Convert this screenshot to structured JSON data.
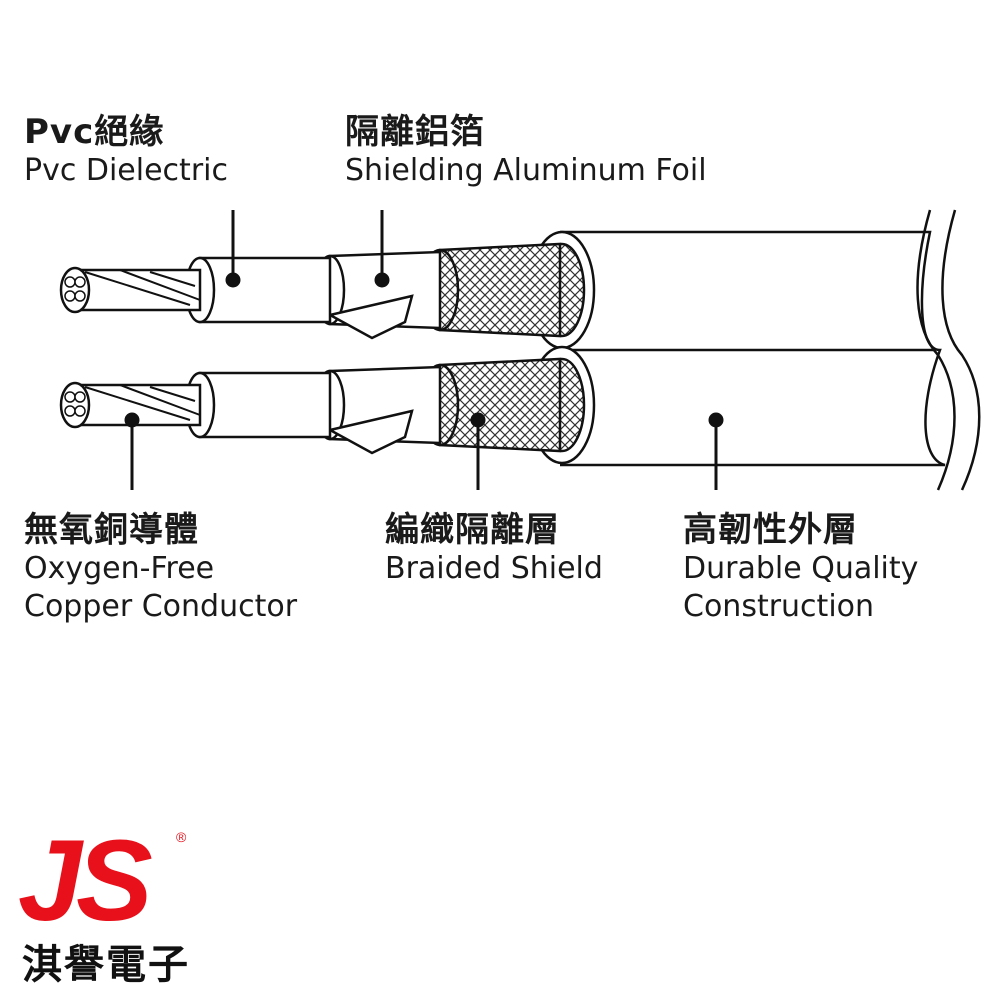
{
  "labels": {
    "pvc": {
      "zh": "Pvc絕緣",
      "en": "Pvc Dielectric"
    },
    "foil": {
      "zh": "隔離鋁箔",
      "en": "Shielding Aluminum Foil"
    },
    "conductor": {
      "zh": "無氧銅導體",
      "en1": "Oxygen-Free",
      "en2": "Copper Conductor"
    },
    "braid": {
      "zh": "編織隔離層",
      "en": "Braided Shield"
    },
    "jacket": {
      "zh": "高韌性外層",
      "en1": "Durable Quality",
      "en2": "Construction"
    }
  },
  "brand": {
    "logo": "JS",
    "registered": "®",
    "name": "淇譽電子",
    "color": "#e8101a"
  }
}
